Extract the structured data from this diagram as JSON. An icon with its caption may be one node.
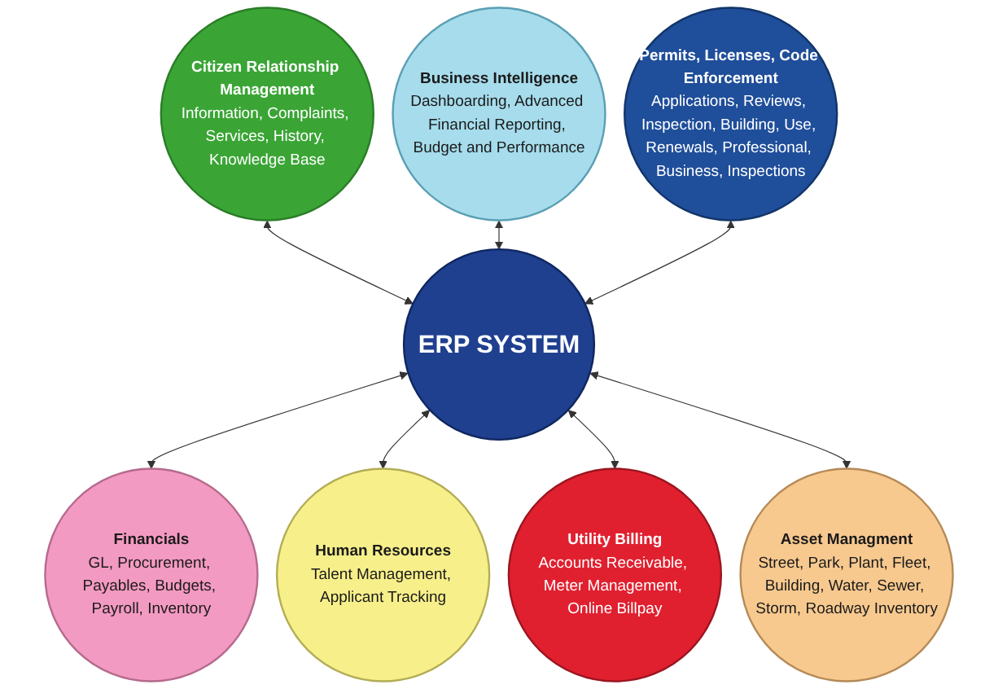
{
  "diagram": {
    "nodes": [
      {
        "text": [
          "Citizen Relationship Management",
          "Information, Complaints, Services, History, Knowledge Base"
        ]
      },
      {
        "text": [
          "Business Intelligence",
          "Dashboarding, Advanced Financial Reporting, Budget and Performance"
        ]
      },
      {
        "text": [
          "Permits, Licenses, Code Enforcement",
          "Applications, Reviews, Inspection, Building, Use, Renewals, Professional, Business, Inspections"
        ]
      },
      {
        "text": [
          "ERP SYSTEM"
        ]
      },
      {
        "text": [
          "Financials",
          "GL, Procurement, Payables, Budgets, Payroll, Inventory"
        ]
      },
      {
        "text": [
          "Human Resources",
          "Talent Management, Applicant Tracking"
        ]
      },
      {
        "text": [
          "Utility Billing",
          "Accounts Receivable, Meter Management, Online Billpay"
        ]
      },
      {
        "text": [
          "Asset Managment",
          "Street, Park, Plant, Fleet, Building, Water, Sewer, Storm, Roadway Inventory"
        ]
      }
    ],
    "edges": [
      {
        "from": 0,
        "to": 3,
        "arrow": "both"
      },
      {
        "from": 1,
        "to": 3,
        "arrow": "both"
      },
      {
        "from": 2,
        "to": 3,
        "arrow": "both"
      },
      {
        "from": 3,
        "to": 4,
        "arrow": "both"
      },
      {
        "from": 3,
        "to": 5,
        "arrow": "both"
      },
      {
        "from": 3,
        "to": 6,
        "arrow": "both"
      },
      {
        "from": 3,
        "to": 7,
        "arrow": "both"
      }
    ]
  }
}
